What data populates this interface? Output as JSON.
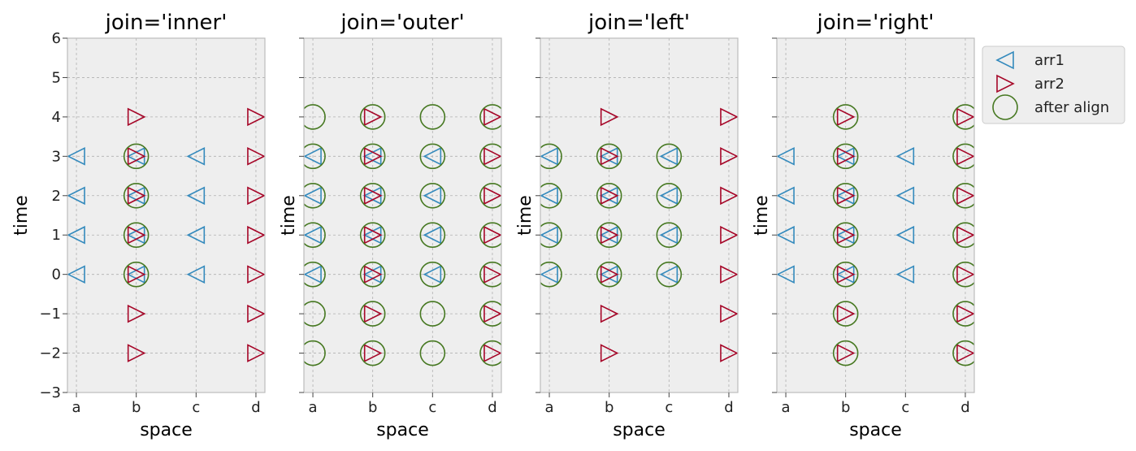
{
  "chart_data": {
    "type": "scatter",
    "x_categories": [
      "a",
      "b",
      "c",
      "d"
    ],
    "xlabel": "space",
    "ylabel": "time",
    "ylim": [
      -3,
      6
    ],
    "yticks": [
      "−3",
      "−2",
      "−1",
      "0",
      "1",
      "2",
      "3",
      "4",
      "5",
      "6"
    ],
    "grid": true,
    "legend_placement": "outside upper-right",
    "colors": {
      "arr1": "#348abd",
      "arr2": "#a60628",
      "after_align": "#467821",
      "axes_bg": "#eeeeee",
      "grid": "#b0b0b0"
    },
    "legend": {
      "arr1": "arr1",
      "arr2": "arr2",
      "after_align": "after align"
    },
    "panels": [
      {
        "title": "join='inner'",
        "arr1": {
          "x": [
            "a",
            "b",
            "c"
          ],
          "y": [
            0,
            1,
            2,
            3
          ]
        },
        "arr2": {
          "x": [
            "b",
            "d"
          ],
          "y": [
            -2,
            -1,
            0,
            1,
            2,
            3,
            4
          ]
        },
        "after_align": {
          "x": [
            "b"
          ],
          "y": [
            0,
            1,
            2,
            3
          ]
        }
      },
      {
        "title": "join='outer'",
        "arr1": {
          "x": [
            "a",
            "b",
            "c"
          ],
          "y": [
            0,
            1,
            2,
            3
          ]
        },
        "arr2": {
          "x": [
            "b",
            "d"
          ],
          "y": [
            -2,
            -1,
            0,
            1,
            2,
            3,
            4
          ]
        },
        "after_align": {
          "x": [
            "a",
            "b",
            "c",
            "d"
          ],
          "y": [
            -2,
            -1,
            0,
            1,
            2,
            3,
            4
          ]
        }
      },
      {
        "title": "join='left'",
        "arr1": {
          "x": [
            "a",
            "b",
            "c"
          ],
          "y": [
            0,
            1,
            2,
            3
          ]
        },
        "arr2": {
          "x": [
            "b",
            "d"
          ],
          "y": [
            -2,
            -1,
            0,
            1,
            2,
            3,
            4
          ]
        },
        "after_align": {
          "x": [
            "a",
            "b",
            "c"
          ],
          "y": [
            0,
            1,
            2,
            3
          ]
        }
      },
      {
        "title": "join='right'",
        "arr1": {
          "x": [
            "a",
            "b",
            "c"
          ],
          "y": [
            0,
            1,
            2,
            3
          ]
        },
        "arr2": {
          "x": [
            "b",
            "d"
          ],
          "y": [
            -2,
            -1,
            0,
            1,
            2,
            3,
            4
          ]
        },
        "after_align": {
          "x": [
            "b",
            "d"
          ],
          "y": [
            -2,
            -1,
            0,
            1,
            2,
            3,
            4
          ]
        }
      }
    ]
  }
}
